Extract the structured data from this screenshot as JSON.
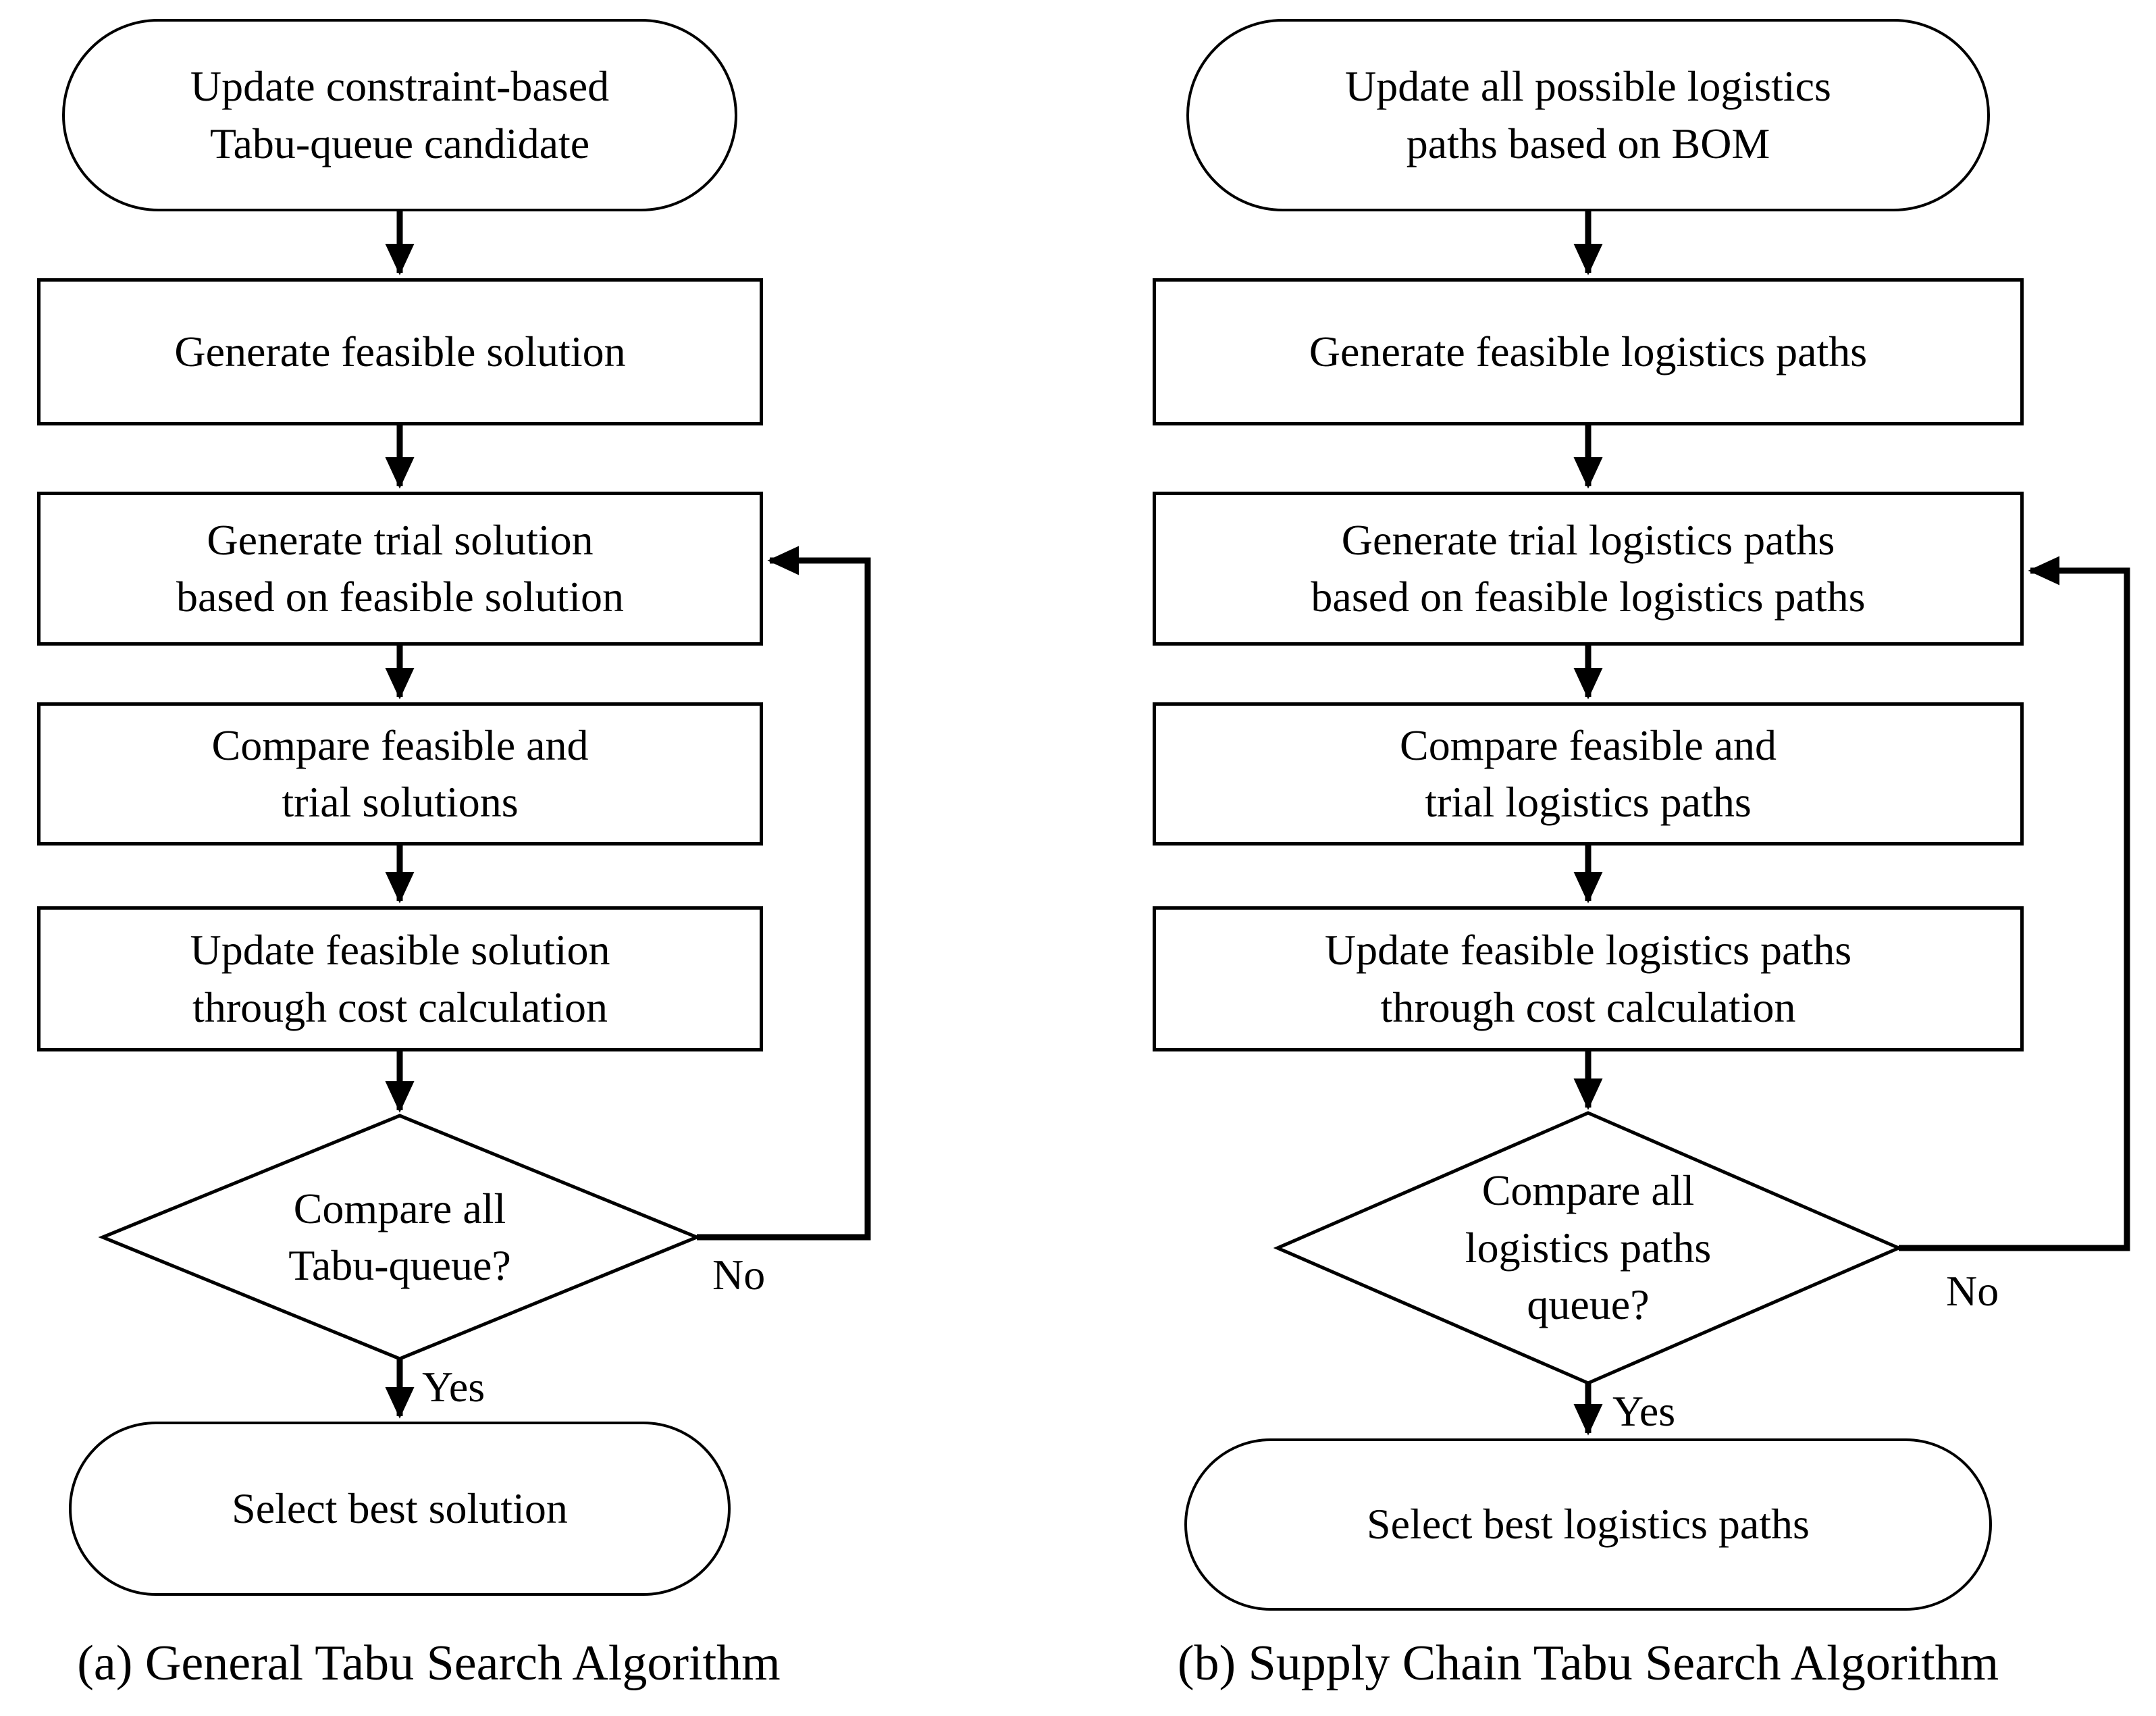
{
  "diagram": {
    "type": "flowchart",
    "background_color": "#ffffff",
    "ink_color": "#000000",
    "columns": [
      {
        "id": "general-tabu-search",
        "caption": "(a) General Tabu Search Algorithm",
        "start": "Update constraint-based\nTabu-queue candidate",
        "steps": [
          "Generate feasible solution",
          "Generate trial solution\nbased on feasible solution",
          "Compare feasible and\ntrial solutions",
          "Update feasible solution\nthrough cost calculation"
        ],
        "decision": "Compare all\nTabu-queue?",
        "no_label": "No",
        "yes_label": "Yes",
        "end": "Select best solution",
        "loop_target": "Generate trial solution based on feasible solution"
      },
      {
        "id": "supply-chain-tabu-search",
        "caption": "(b) Supply Chain Tabu Search Algorithm",
        "start": "Update all possible logistics\npaths based on BOM",
        "steps": [
          "Generate feasible logistics paths",
          "Generate trial logistics paths\nbased on feasible logistics paths",
          "Compare feasible and\ntrial logistics paths",
          "Update feasible logistics paths\nthrough cost calculation"
        ],
        "decision": "Compare all\nlogistics paths\nqueue?",
        "no_label": "No",
        "yes_label": "Yes",
        "end": "Select best logistics paths",
        "loop_target": "Generate trial logistics paths based on feasible logistics paths"
      }
    ]
  }
}
